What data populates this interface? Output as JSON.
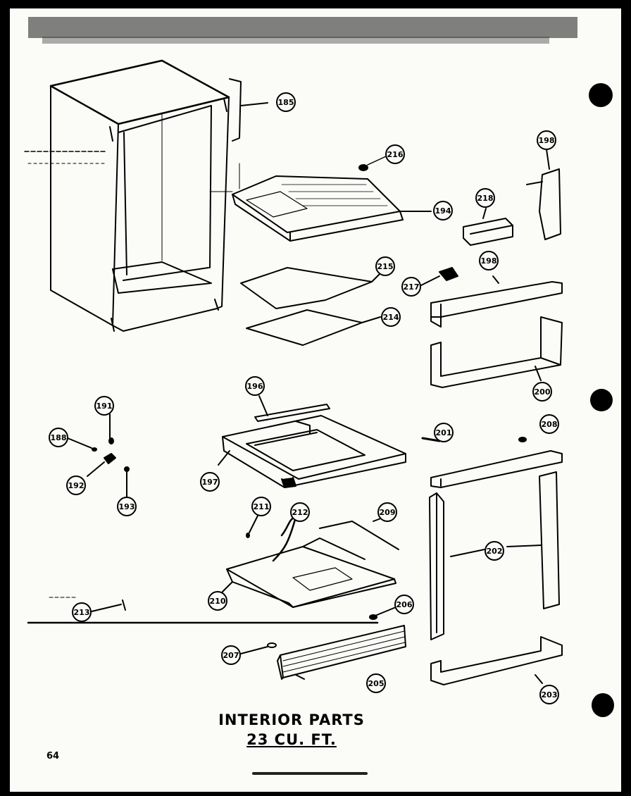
{
  "title_line_1": "INTERIOR PARTS",
  "title_line_2": "23 CU. FT.",
  "page_number": "64",
  "callouts": [
    {
      "id": "c185",
      "label": "185"
    },
    {
      "id": "c216a",
      "label": "216"
    },
    {
      "id": "c194",
      "label": "194"
    },
    {
      "id": "c218",
      "label": "218"
    },
    {
      "id": "c198a",
      "label": "198"
    },
    {
      "id": "c215",
      "label": "215"
    },
    {
      "id": "c198b",
      "label": "198"
    },
    {
      "id": "c217",
      "label": "217"
    },
    {
      "id": "c214",
      "label": "214"
    },
    {
      "id": "c200",
      "label": "200"
    },
    {
      "id": "c196",
      "label": "196"
    },
    {
      "id": "c191",
      "label": "191"
    },
    {
      "id": "c188",
      "label": "188"
    },
    {
      "id": "c192",
      "label": "192"
    },
    {
      "id": "c193",
      "label": "193"
    },
    {
      "id": "c197",
      "label": "197"
    },
    {
      "id": "c201",
      "label": "201"
    },
    {
      "id": "c208",
      "label": "208"
    },
    {
      "id": "c211",
      "label": "211"
    },
    {
      "id": "c212",
      "label": "212"
    },
    {
      "id": "c209",
      "label": "209"
    },
    {
      "id": "c202",
      "label": "202"
    },
    {
      "id": "c210",
      "label": "210"
    },
    {
      "id": "c213",
      "label": "213"
    },
    {
      "id": "c206",
      "label": "206"
    },
    {
      "id": "c207",
      "label": "207"
    },
    {
      "id": "c205",
      "label": "205"
    },
    {
      "id": "c203",
      "label": "203"
    }
  ]
}
